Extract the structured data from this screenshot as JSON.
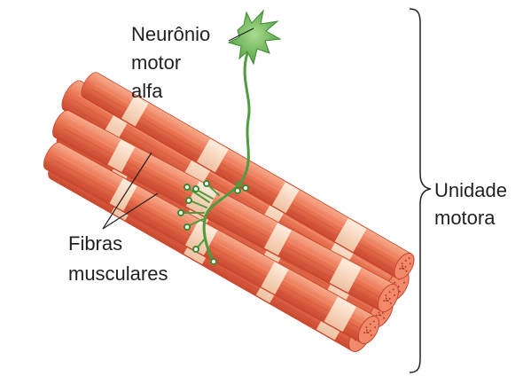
{
  "labels": {
    "neuron_line1": "Neurônio",
    "neuron_line2": "motor",
    "neuron_line3": "alfa",
    "fibers_line1": "Fibras",
    "fibers_line2": "musculares",
    "unit_line1": "Unidade",
    "unit_line2": "motora"
  },
  "colors": {
    "fiber_fill": "#e8714f",
    "fiber_dark": "#c8452c",
    "fiber_light": "#f6a889",
    "fiber_band": "#fbe6cf",
    "neuron": "#5aa646",
    "neuron_dark": "#3d8a31",
    "text": "#231f20"
  },
  "icons": {
    "neuron": "neuron-cell-icon",
    "brace": "right-curly-brace"
  }
}
